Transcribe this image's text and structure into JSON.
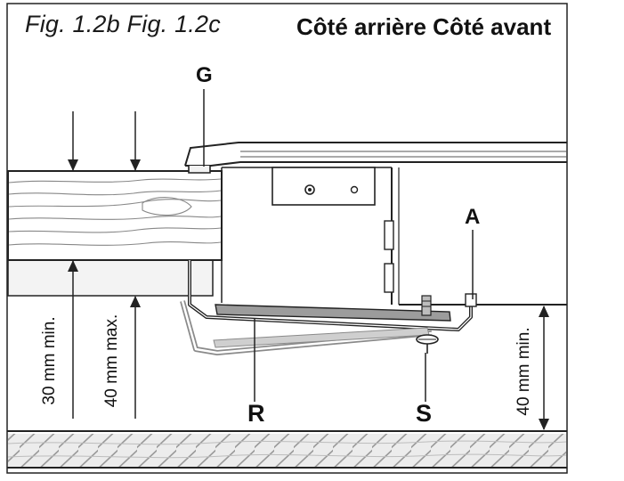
{
  "header": {
    "figures_text": "Fig. 1.2b Fig. 1.2c",
    "sides_text": "Côté arrière Côté avant"
  },
  "labels": {
    "g": "G",
    "a": "A",
    "r": "R",
    "s": "S"
  },
  "dimensions": {
    "wood_min": "30 mm min.",
    "wood_max": "40 mm max.",
    "floor_clearance_min": "40 mm min."
  }
}
